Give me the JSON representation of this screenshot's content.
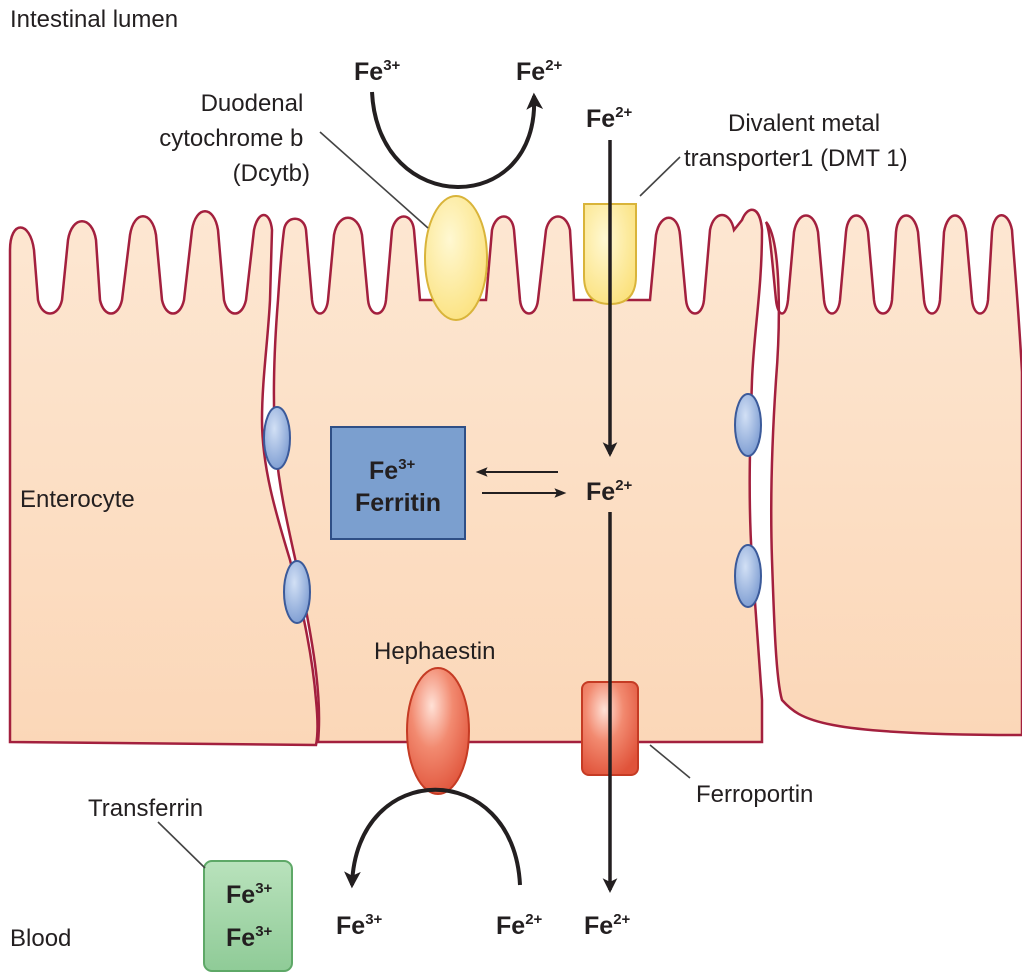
{
  "regions": {
    "lumen": "Intestinal lumen",
    "cell": "Enterocyte",
    "blood": "Blood"
  },
  "proteins": {
    "dcytb": [
      "Duodenal",
      "cytochrome b",
      "(Dcytb)"
    ],
    "dmt1": [
      "Divalent metal",
      "transporter1 (DMT 1)"
    ],
    "hephaestin": "Hephaestin",
    "ferroportin": "Ferroportin",
    "transferrin": "Transferrin"
  },
  "ions": {
    "fe": "Fe",
    "ferric": "3+",
    "ferrous": "2+",
    "ferritin": "Ferritin"
  },
  "colors": {
    "cytoplasm": "#fde0c6",
    "membrane": "#a3203e",
    "dcytb_dmt1": "#fdeb9a",
    "ferritin_box": "#7b9fcf",
    "tight_junction": "#8eacdb",
    "hephaestin_ferroportin": "#ee6f55",
    "transferrin_box": "#9fd3a6"
  }
}
